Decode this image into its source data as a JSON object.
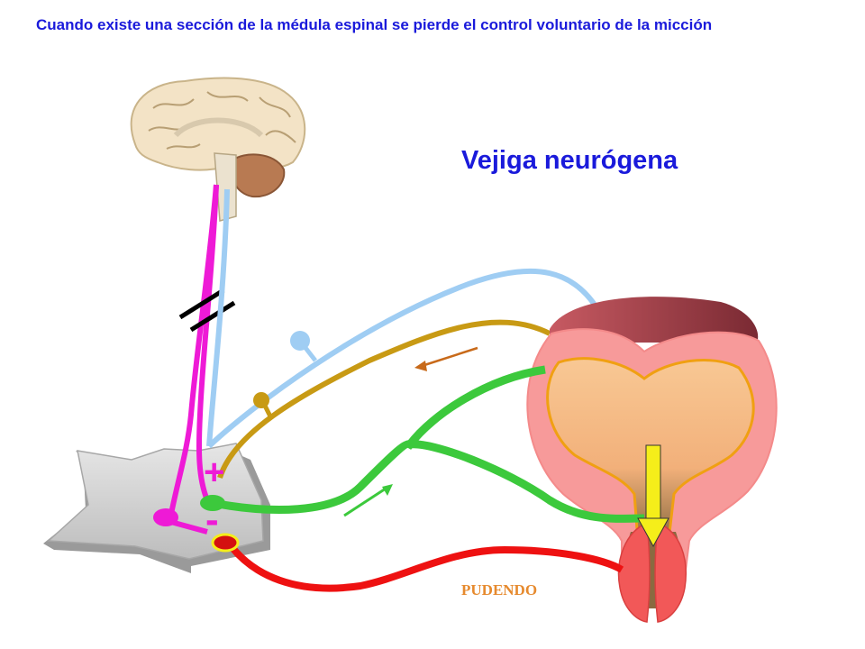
{
  "caption": "Cuando existe una sección de la médula espinal se pierde el control voluntario de la micción",
  "heading": "Vejiga neurógena",
  "nerve_label": "PUDENDO",
  "signs": {
    "plus": "+",
    "minus": "-"
  },
  "colors": {
    "caption_text": "#1a1adb",
    "pudendo_label": "#e68a2e",
    "voluntary_tract": "#ee1ad6",
    "sensory_pathway": "#9fcdf3",
    "sympathetic_pathway": "#c89a14",
    "parasympathetic_pathway": "#3cc93c",
    "pudendal_nerve": "#ee1111",
    "urine_flow_arrow": "#f5ee1a",
    "bladder_wall": "#f79a9a",
    "bladder_lumen": "#f7c28f",
    "spinal_cord": "#cfcfcf"
  }
}
